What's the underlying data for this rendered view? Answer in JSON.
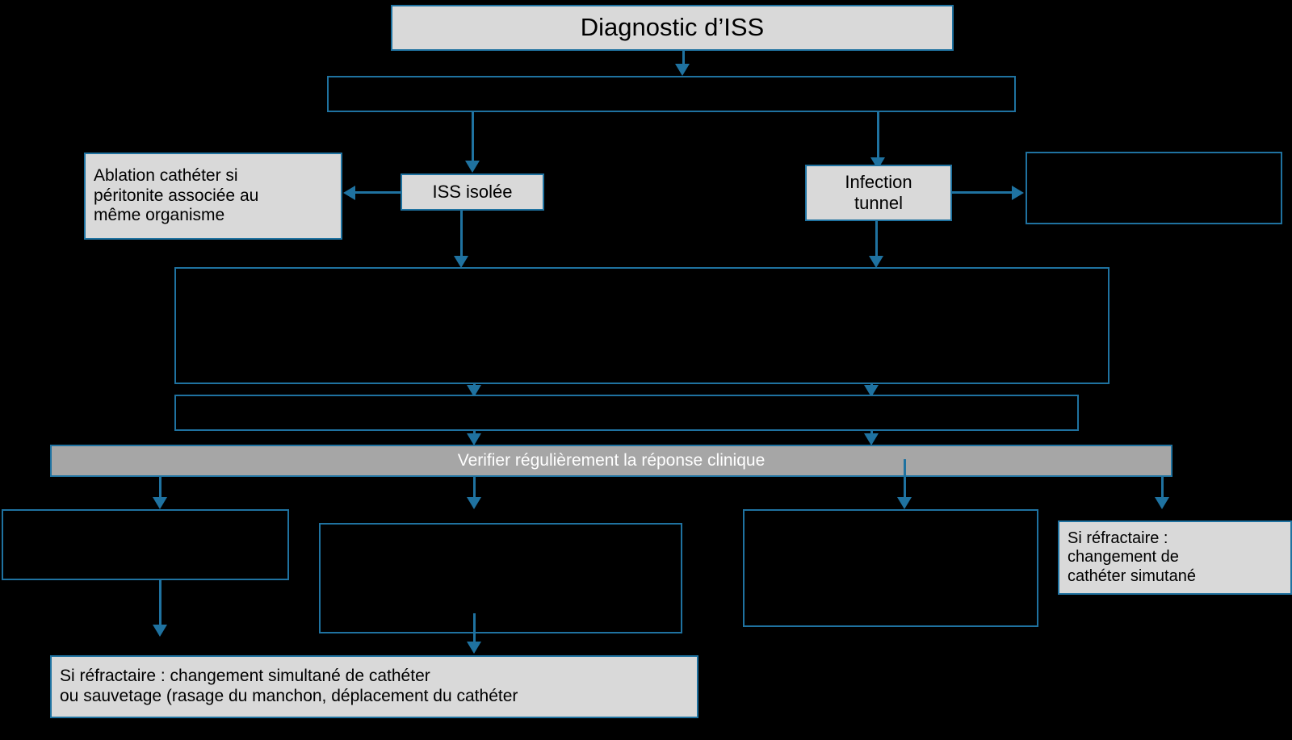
{
  "figure": {
    "kind": "clinical-flowchart",
    "language": "fr",
    "background_color": "#000000",
    "accent_color": "#1f72a0",
    "filled_box_color": "#d9d9d9",
    "banner_color": "#a6a6a6",
    "banner_text_color": "#ffffff",
    "text_color": "#000000"
  },
  "nodes": {
    "title": {
      "label": "Diagnostic d’ISS"
    },
    "triage_bar": {
      "label": ""
    },
    "ablation_cathe": {
      "label": "Ablation cathéter si\npéritonite associée au\nmême organisme"
    },
    "iss_isolee": {
      "label": "ISS isolée"
    },
    "infection_tunnel": {
      "label": "Infection\ntunnel"
    },
    "tunnel_right": {
      "label": ""
    },
    "treatment_block": {
      "label": ""
    },
    "narrow_block": {
      "label": ""
    },
    "verify_banner": {
      "label": "Verifier régulièrement la réponse clinique"
    },
    "outcome_left": {
      "label": ""
    },
    "outcome_mid": {
      "label": ""
    },
    "outcome_right": {
      "label": ""
    },
    "refractory_right": {
      "label": "Si réfractaire :\nchangement de\ncathéter simutané"
    },
    "refractory_bottom": {
      "label": "Si réfractaire : changement simultané de cathéter\nou sauvetage (rasage du manchon, déplacement du cathéter"
    }
  },
  "connector_icons": {
    "down": "arrow-down-icon",
    "left": "arrow-left-icon",
    "right": "arrow-right-icon"
  }
}
